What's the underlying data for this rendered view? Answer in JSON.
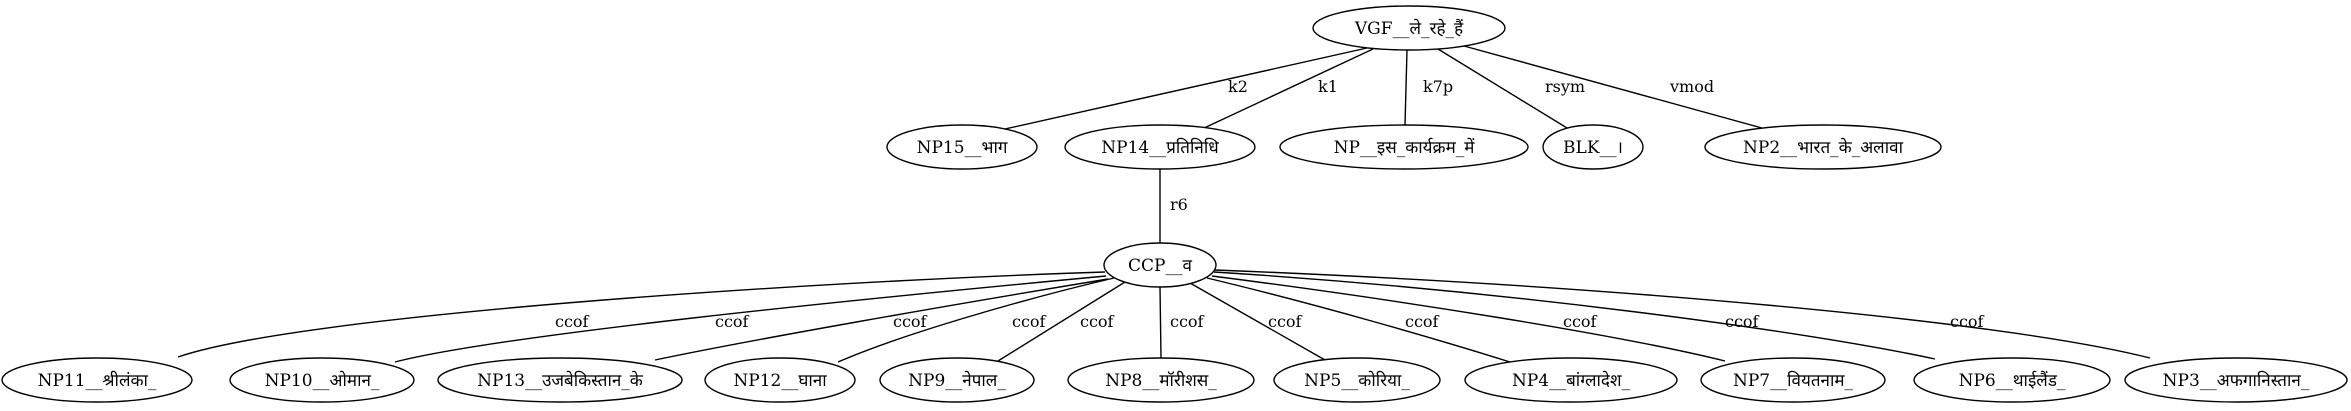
{
  "tree": {
    "nodes": [
      {
        "id": "VGF",
        "label": "VGF__ले_रहे_हैं"
      },
      {
        "id": "NP15",
        "label": "NP15__भाग"
      },
      {
        "id": "NP14",
        "label": "NP14__प्रतिनिधि"
      },
      {
        "id": "NP",
        "label": "NP__इस_कार्यक्रम_में"
      },
      {
        "id": "BLK",
        "label": "BLK__।"
      },
      {
        "id": "NP2",
        "label": "NP2__भारत_के_अलावा"
      },
      {
        "id": "CCP",
        "label": "CCP__व"
      },
      {
        "id": "NP11",
        "label": "NP11__श्रीलंका_"
      },
      {
        "id": "NP10",
        "label": "NP10__ओमान_"
      },
      {
        "id": "NP13",
        "label": "NP13__उजबेकिस्तान_के"
      },
      {
        "id": "NP12",
        "label": "NP12__घाना"
      },
      {
        "id": "NP9",
        "label": "NP9__नेपाल_"
      },
      {
        "id": "NP8",
        "label": "NP8__मॉरीशस_"
      },
      {
        "id": "NP5",
        "label": "NP5__कोरिया_"
      },
      {
        "id": "NP4",
        "label": "NP4__बांग्लादेश_"
      },
      {
        "id": "NP7",
        "label": "NP7__वियतनाम_"
      },
      {
        "id": "NP6",
        "label": "NP6__थाईलैंड_"
      },
      {
        "id": "NP3",
        "label": "NP3__अफगानिस्तान_"
      }
    ],
    "edges": [
      {
        "from": "VGF",
        "to": "NP15",
        "label": "k2"
      },
      {
        "from": "VGF",
        "to": "NP14",
        "label": "k1"
      },
      {
        "from": "VGF",
        "to": "NP",
        "label": "k7p"
      },
      {
        "from": "VGF",
        "to": "BLK",
        "label": "rsym"
      },
      {
        "from": "VGF",
        "to": "NP2",
        "label": "vmod"
      },
      {
        "from": "NP14",
        "to": "CCP",
        "label": "r6"
      },
      {
        "from": "CCP",
        "to": "NP11",
        "label": "ccof"
      },
      {
        "from": "CCP",
        "to": "NP10",
        "label": "ccof"
      },
      {
        "from": "CCP",
        "to": "NP13",
        "label": "ccof"
      },
      {
        "from": "CCP",
        "to": "NP12",
        "label": "ccof"
      },
      {
        "from": "CCP",
        "to": "NP9",
        "label": "ccof"
      },
      {
        "from": "CCP",
        "to": "NP8",
        "label": "ccof"
      },
      {
        "from": "CCP",
        "to": "NP5",
        "label": "ccof"
      },
      {
        "from": "CCP",
        "to": "NP4",
        "label": "ccof"
      },
      {
        "from": "CCP",
        "to": "NP7",
        "label": "ccof"
      },
      {
        "from": "CCP",
        "to": "NP6",
        "label": "ccof"
      },
      {
        "from": "CCP",
        "to": "NP3",
        "label": "ccof"
      }
    ]
  }
}
